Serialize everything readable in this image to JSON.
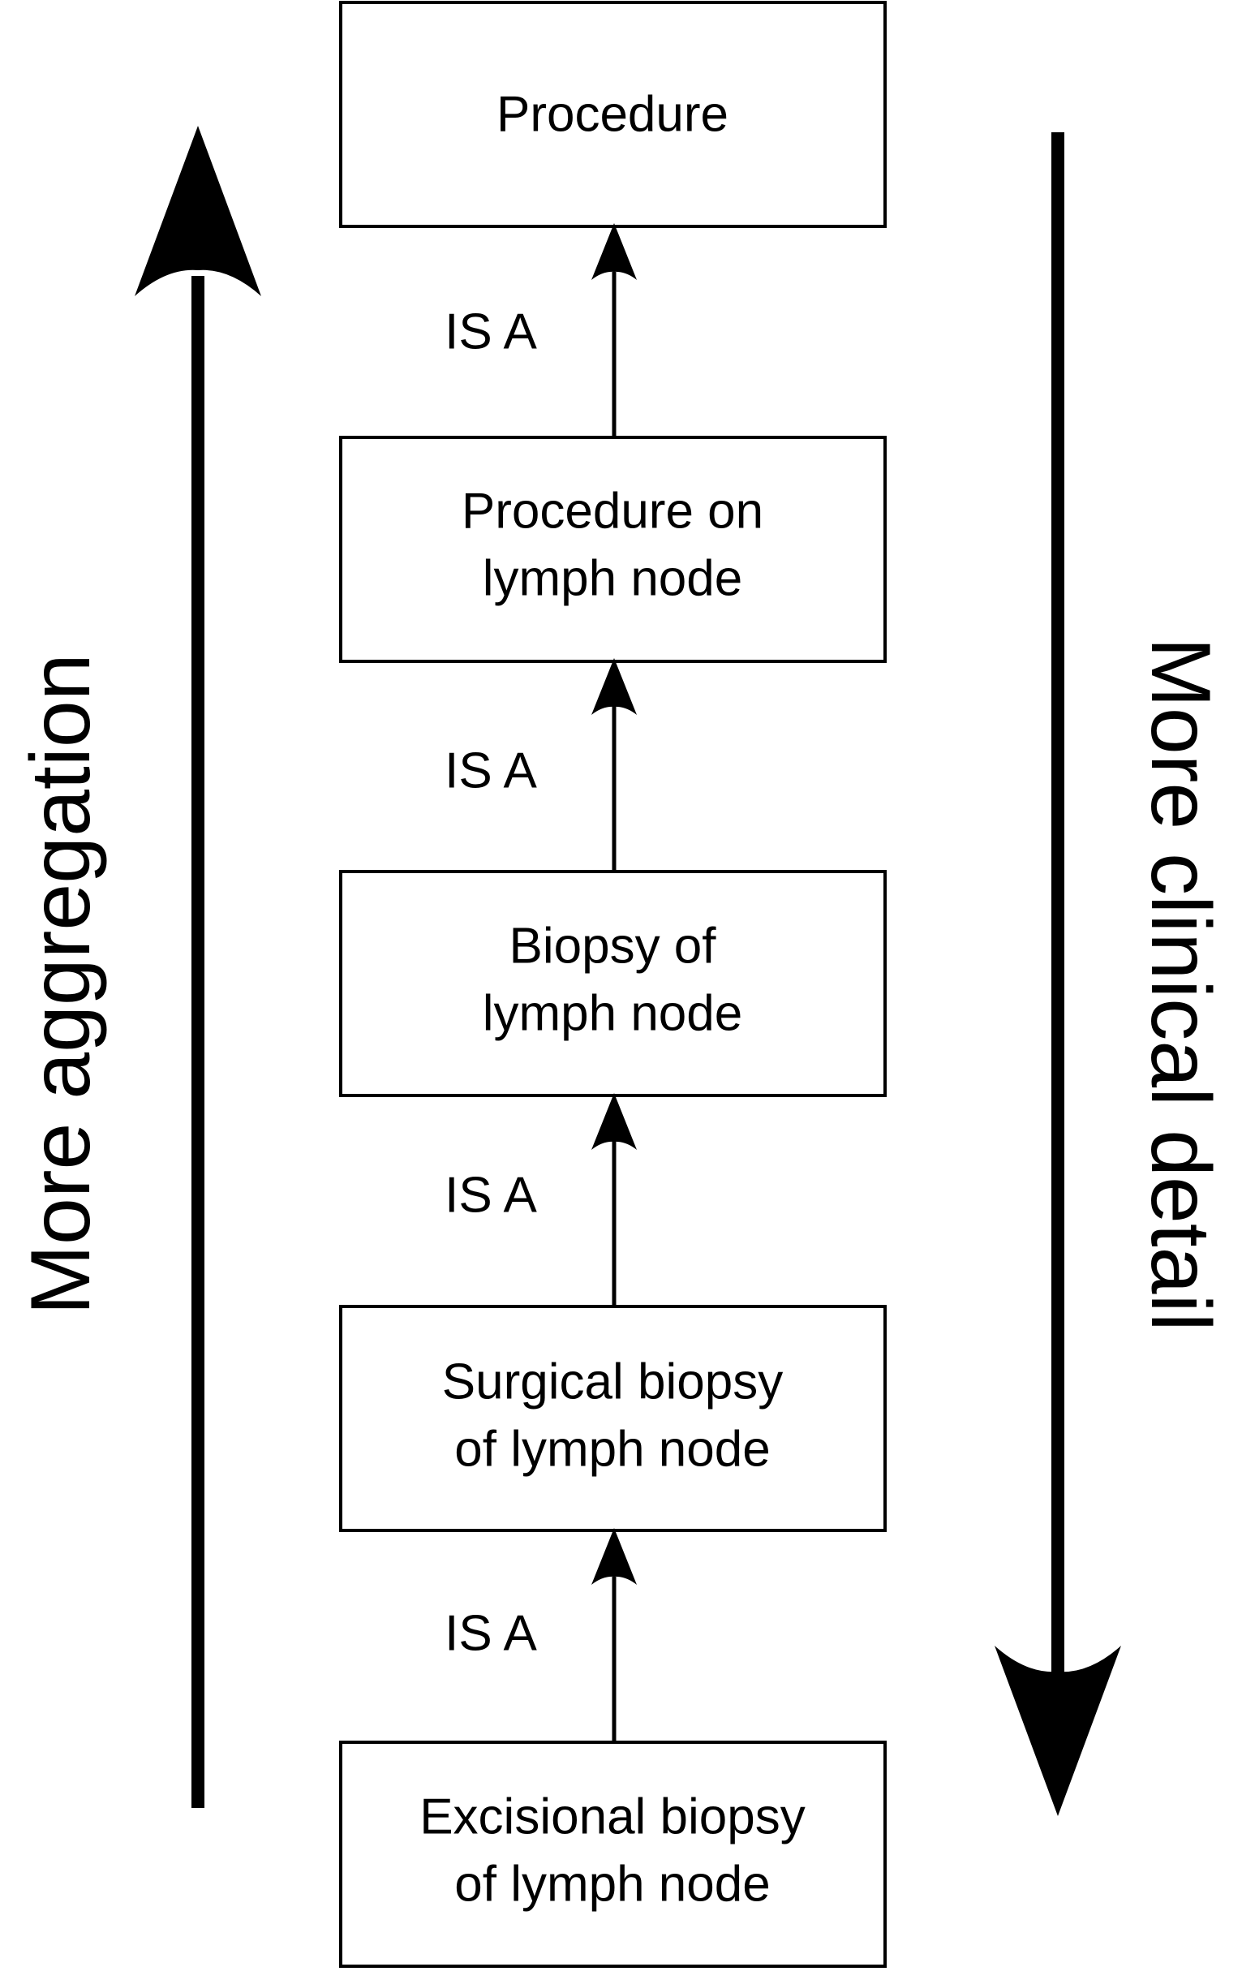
{
  "boxes": [
    {
      "id": "procedure",
      "lines": [
        "Procedure"
      ]
    },
    {
      "id": "procedure-on-lymph-node",
      "lines": [
        "Procedure on",
        "lymph node"
      ]
    },
    {
      "id": "biopsy-of-lymph-node",
      "lines": [
        "Biopsy of",
        "lymph node"
      ]
    },
    {
      "id": "surgical-biopsy-of-lymph-node",
      "lines": [
        "Surgical biopsy",
        "of lymph node"
      ]
    },
    {
      "id": "excisional-biopsy-of-lymph-node",
      "lines": [
        "Excisional biopsy",
        "of lymph node"
      ]
    }
  ],
  "relations": [
    {
      "from": "procedure-on-lymph-node",
      "to": "procedure",
      "label": "IS A"
    },
    {
      "from": "biopsy-of-lymph-node",
      "to": "procedure-on-lymph-node",
      "label": "IS A"
    },
    {
      "from": "surgical-biopsy-of-lymph-node",
      "to": "biopsy-of-lymph-node",
      "label": "IS A"
    },
    {
      "from": "excisional-biopsy-of-lymph-node",
      "to": "surgical-biopsy-of-lymph-node",
      "label": "IS A"
    }
  ],
  "side_labels": {
    "left": "More aggregation",
    "right": "More clinical detail"
  }
}
